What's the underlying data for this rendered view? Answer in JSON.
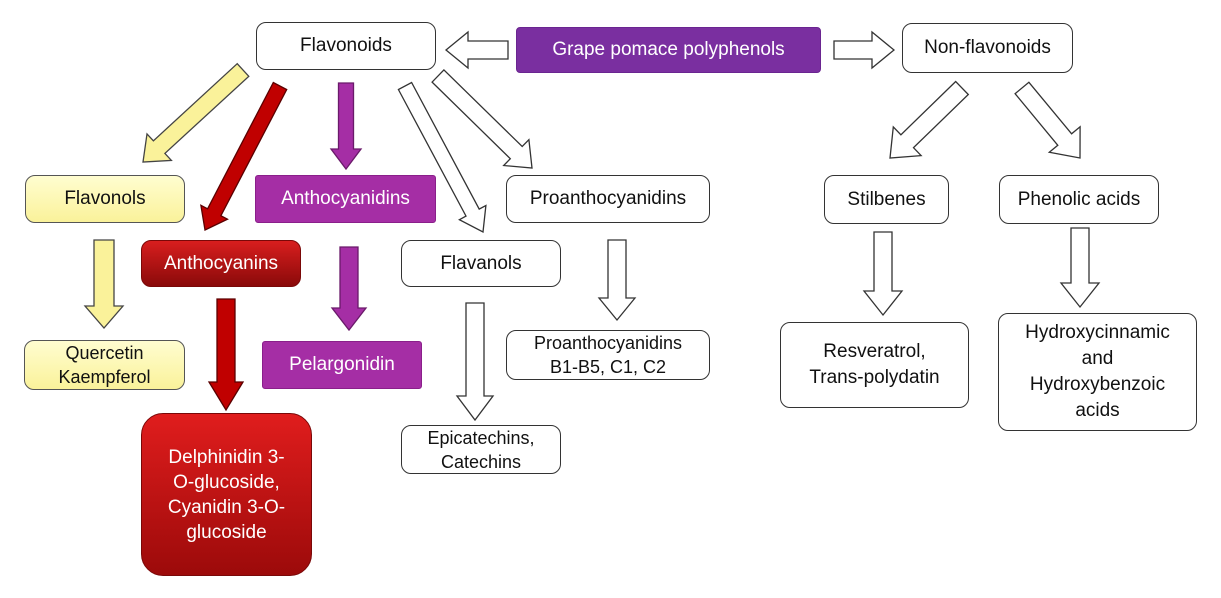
{
  "root": "Grape pomace polyphenols",
  "flavonoids": "Flavonoids",
  "non_flavonoids": "Non-flavonoids",
  "flavonols": "Flavonols",
  "quercetin": "Quercetin\nKaempferol",
  "anthocyanins": "Anthocyanins",
  "delphinidin": "Delphinidin 3-\nO-glucoside,\nCyanidin 3-O-\nglucoside",
  "anthocyanidins": "Anthocyanidins",
  "pelargonidin": "Pelargonidin",
  "flavanols": "Flavanols",
  "epicatechins": "Epicatechins,\nCatechins",
  "proanthocyanidins": "Proanthocyanidins",
  "proanthocyanidins_b": "Proanthocyanidins\nB1-B5, C1, C2",
  "stilbenes": "Stilbenes",
  "resveratrol": "Resveratrol,\nTrans-polydatin",
  "phenolic_acids": "Phenolic acids",
  "hydroxy": "Hydroxycinnamic\nand\nHydroxybenzoic\nacids",
  "colors": {
    "purple": "#7a2fa0",
    "magenta": "#a52ea5",
    "red": "#c00000",
    "yellow": "#faf29a",
    "outline": "#333333"
  }
}
